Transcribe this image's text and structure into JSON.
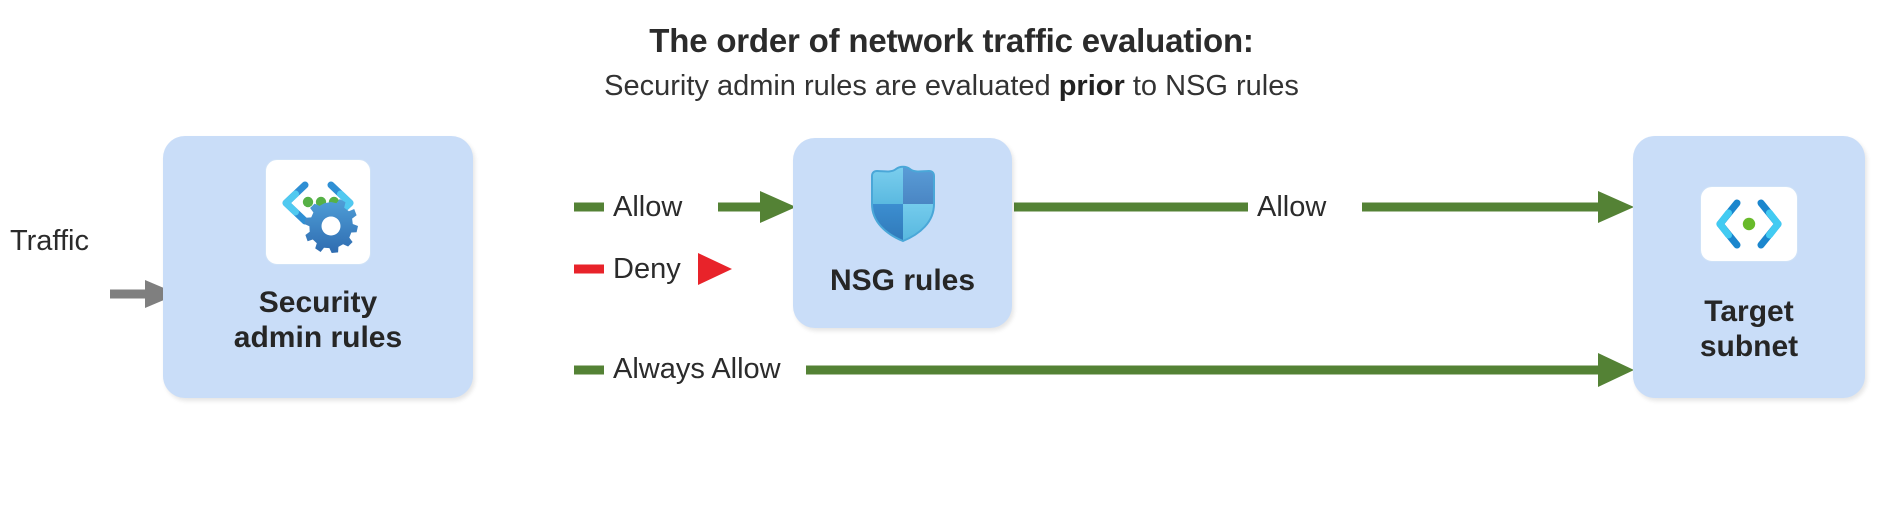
{
  "header": {
    "title": "The order of network traffic evaluation:",
    "subtitle_before": "Security admin rules are evaluated ",
    "subtitle_emphasis": "prior",
    "subtitle_after": " to NSG rules"
  },
  "nodes": [
    {
      "id": "security-admin-rules",
      "label": "Security\nadmin rules",
      "icon": "code-brackets-gear-icon",
      "fill": "#c9ddf8"
    },
    {
      "id": "nsg-rules",
      "label": "NSG rules",
      "icon": "shield-icon",
      "fill": "#c9ddf8"
    },
    {
      "id": "target-subnet",
      "label": "Target\nsubnet",
      "icon": "subnet-brackets-icon",
      "fill": "#c9ddf8"
    }
  ],
  "edges": [
    {
      "id": "traffic-in",
      "label": "Traffic",
      "color": "#7f7f7f",
      "from": "input",
      "to": "security-admin-rules"
    },
    {
      "id": "allow-1",
      "label": "Allow",
      "color": "#548235",
      "from": "security-admin-rules",
      "to": "nsg-rules"
    },
    {
      "id": "deny",
      "label": "Deny",
      "color": "#e8232a",
      "from": "security-admin-rules",
      "to": "dropped"
    },
    {
      "id": "always-allow",
      "label": "Always Allow",
      "color": "#548235",
      "from": "security-admin-rules",
      "to": "target-subnet"
    },
    {
      "id": "allow-2",
      "label": "Allow",
      "color": "#548235",
      "from": "nsg-rules",
      "to": "target-subnet"
    }
  ],
  "colors": {
    "box_fill": "#c9ddf8",
    "allow_green": "#548235",
    "deny_red": "#e8232a",
    "traffic_gray": "#7f7f7f",
    "text": "#262626",
    "background": "#ffffff"
  }
}
